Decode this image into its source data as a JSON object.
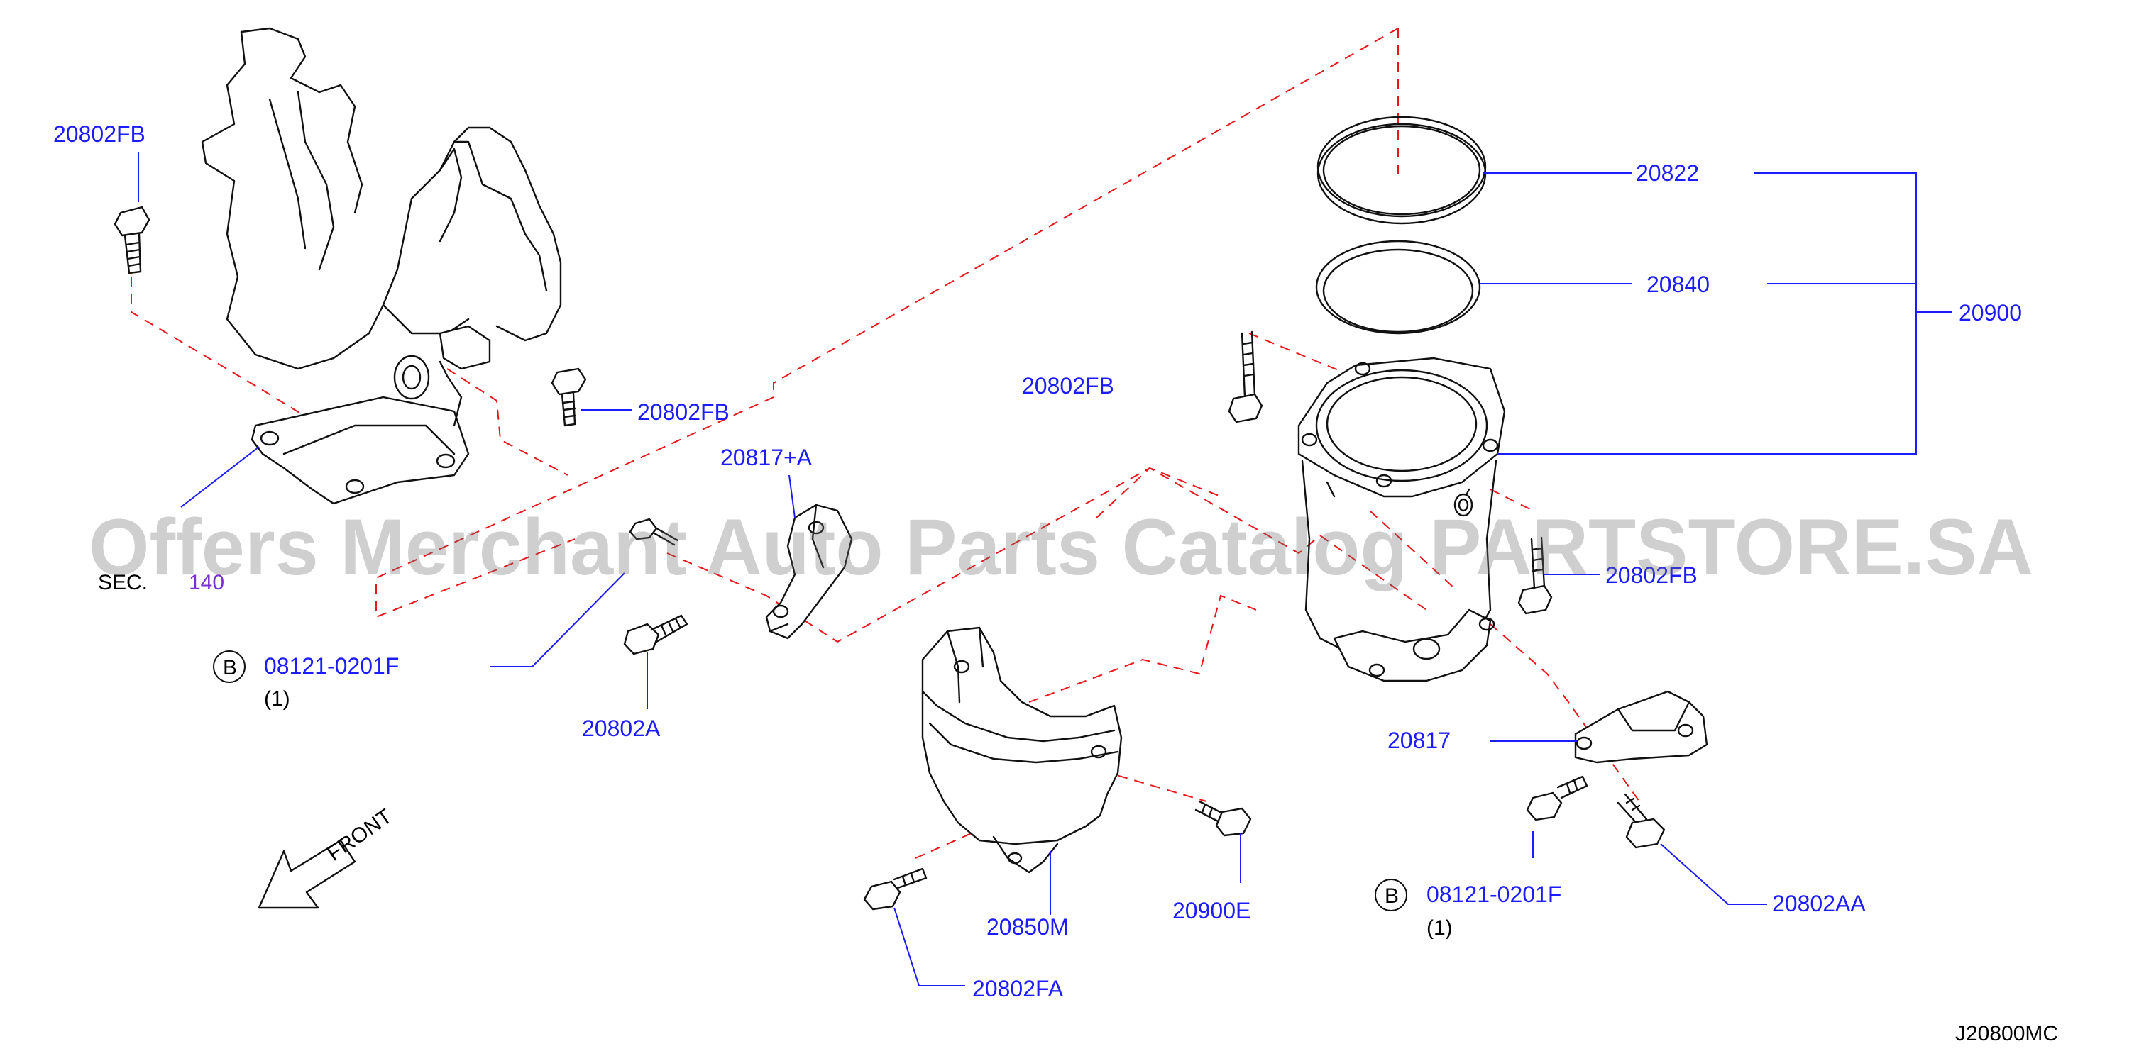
{
  "labels": {
    "p20802fb_a": "20802FB",
    "p20802fb_b": "20802FB",
    "p20802fb_c": "20802FB",
    "p20802fb_d": "20802FB",
    "p20817a": "20817+A",
    "sec": "SEC.",
    "sec_num": "140",
    "b1_circle": "B",
    "b1_part": "08121-0201F",
    "b1_qty": "(1)",
    "p20802a": "20802A",
    "p20822": "20822",
    "p20840": "20840",
    "p20900": "20900",
    "p20817": "20817",
    "b2_circle": "B",
    "b2_part": "08121-0201F",
    "b2_qty": "(1)",
    "p20802aa": "20802AA",
    "p20850m": "20850M",
    "p20900e": "20900E",
    "p20802fa": "20802FA",
    "front": "FRONT",
    "diagram_code": "J20800MC"
  },
  "watermark": "Offers Merchant Auto Parts Catalog PARTSTORE.SA",
  "colors": {
    "part_number": "#1c1cff",
    "leader_line": "#1c1cff",
    "dashed_guide": "#e8171c",
    "section_ref": "#7a2fd0",
    "drawing": "#111111",
    "watermark": "#6e6e6e"
  }
}
